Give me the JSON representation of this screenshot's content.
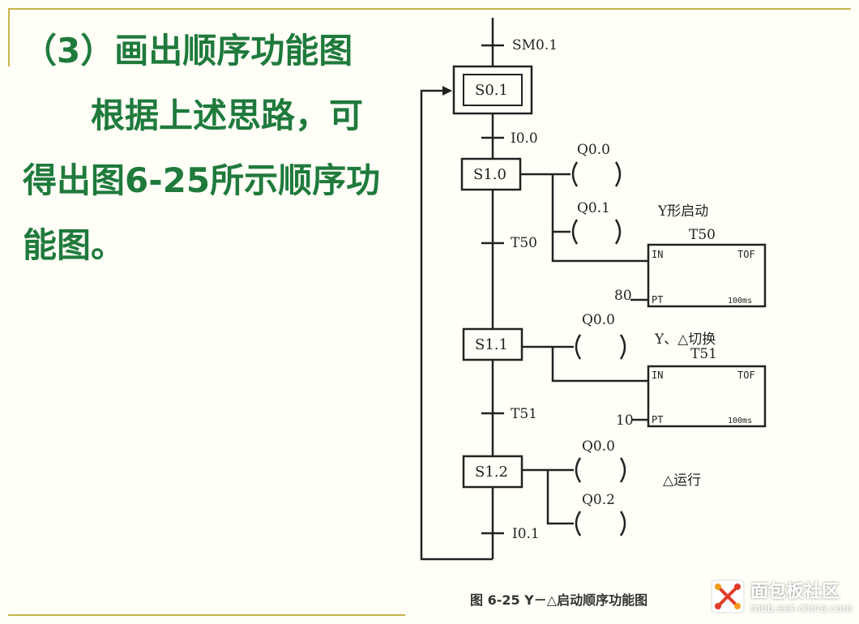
{
  "text": {
    "heading": "（3）画出顺序功能图",
    "body_lines": [
      "根据上述思路，可",
      "得出图6-25所示顺序功",
      "能图。"
    ]
  },
  "diagram": {
    "transitions": {
      "t_start": "SM0.1",
      "t0": "I0.0",
      "t1": "T50",
      "t2": "T51",
      "t3": "I0.1"
    },
    "steps": {
      "s0": "S0.1",
      "s1": "S1.0",
      "s2": "S1.1",
      "s3": "S1.2"
    },
    "outputs": {
      "q00_a": "Q0.0",
      "q01": "Q0.1",
      "q00_b": "Q0.0",
      "q00_c": "Q0.0",
      "q02": "Q0.2"
    },
    "annotations": {
      "y_start": "Y形启动",
      "y_delta_switch": "Y、△切换",
      "delta_run": "△运行"
    },
    "timers": {
      "t50": {
        "name": "T50",
        "in": "IN",
        "tof": "TOF",
        "pt": "PT",
        "base": "100ms",
        "preset": "80"
      },
      "t51": {
        "name": "T51",
        "in": "IN",
        "tof": "TOF",
        "pt": "PT",
        "base": "100ms",
        "preset": "10"
      }
    },
    "caption": "图 6-25   Y－△启动顺序功能图"
  },
  "watermark": {
    "title": "面包板社区",
    "sub": "mbb.eet-china.com"
  },
  "colors": {
    "background": "#fffff7",
    "accent_lines": "#c8b24a",
    "text_green": "#1f7a3c"
  }
}
